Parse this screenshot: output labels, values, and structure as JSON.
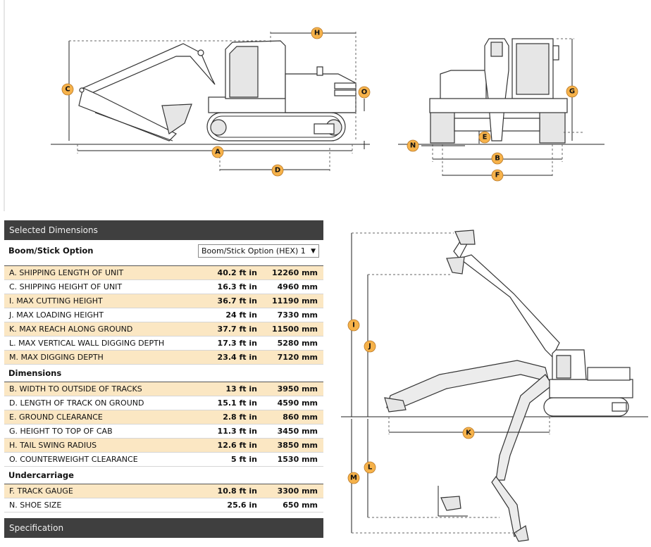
{
  "labels": {
    "side": [
      "H",
      "C",
      "O",
      "A",
      "D"
    ],
    "front": [
      "G",
      "N",
      "E",
      "B",
      "F"
    ],
    "reach": [
      "I",
      "J",
      "K",
      "L",
      "M"
    ]
  },
  "selected": {
    "header": "Selected Dimensions",
    "boom_stick_label": "Boom/Stick Option",
    "boom_stick_value": "Boom/Stick Option (HEX) 1",
    "rows": [
      {
        "label": "A. SHIPPING LENGTH OF UNIT",
        "ft": "40.2 ft in",
        "mm": "12260 mm"
      },
      {
        "label": "C. SHIPPING HEIGHT OF UNIT",
        "ft": "16.3 ft in",
        "mm": "4960 mm"
      },
      {
        "label": "I. MAX CUTTING HEIGHT",
        "ft": "36.7 ft in",
        "mm": "11190 mm"
      },
      {
        "label": "J. MAX LOADING HEIGHT",
        "ft": "24 ft in",
        "mm": "7330 mm"
      },
      {
        "label": "K. MAX REACH ALONG GROUND",
        "ft": "37.7 ft in",
        "mm": "11500 mm"
      },
      {
        "label": "L. MAX VERTICAL WALL DIGGING DEPTH",
        "ft": "17.3 ft in",
        "mm": "5280 mm"
      },
      {
        "label": "M. MAX DIGGING DEPTH",
        "ft": "23.4 ft in",
        "mm": "7120 mm"
      }
    ]
  },
  "dimensions": {
    "title": "Dimensions",
    "rows": [
      {
        "label": "B. WIDTH TO OUTSIDE OF TRACKS",
        "ft": "13 ft in",
        "mm": "3950 mm"
      },
      {
        "label": "D. LENGTH OF TRACK ON GROUND",
        "ft": "15.1 ft in",
        "mm": "4590 mm"
      },
      {
        "label": "E. GROUND CLEARANCE",
        "ft": "2.8 ft in",
        "mm": "860 mm"
      },
      {
        "label": "G. HEIGHT TO TOP OF CAB",
        "ft": "11.3 ft in",
        "mm": "3450 mm"
      },
      {
        "label": "H. TAIL SWING RADIUS",
        "ft": "12.6 ft in",
        "mm": "3850 mm"
      },
      {
        "label": "O. COUNTERWEIGHT CLEARANCE",
        "ft": "5 ft in",
        "mm": "1530 mm"
      }
    ]
  },
  "undercarriage": {
    "title": "Undercarriage",
    "rows": [
      {
        "label": "F. TRACK GAUGE",
        "ft": "10.8 ft in",
        "mm": "3300 mm"
      },
      {
        "label": "N. SHOE SIZE",
        "ft": "25.6 in",
        "mm": "650 mm"
      }
    ]
  },
  "specification": {
    "header": "Specification"
  }
}
